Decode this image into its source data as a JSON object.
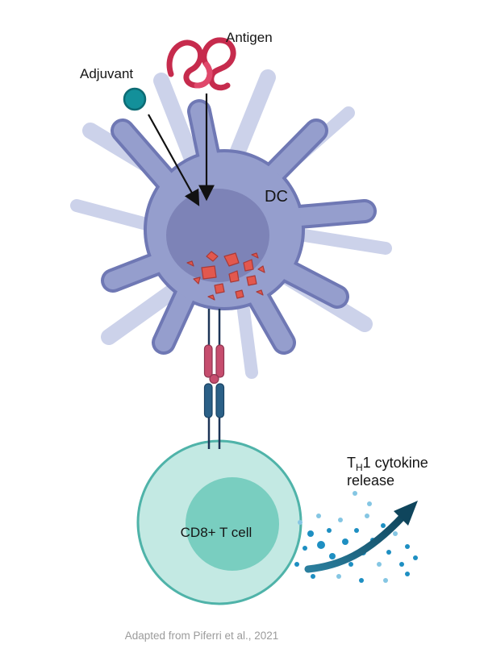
{
  "diagram": {
    "labels": {
      "antigen": "Antigen",
      "adjuvant": "Adjuvant",
      "dc": "DC",
      "cd8_t_cell": "CD8+ T cell",
      "cytokine_t": "T",
      "cytokine_sub": "H",
      "cytokine_rest": "1 cytokine",
      "cytokine_release": "release",
      "caption": "Adapted from Piferri et al., 2021"
    },
    "colors": {
      "dc_body": "#959ecd",
      "dc_outline": "#6f78b4",
      "dc_dendrite_bg": "#ccd2ea",
      "dc_nucleus": "#7d83b7",
      "antigen_red": "#c62b4d",
      "antigen_red_light": "#e0486b",
      "adjuvant_teal": "#13909a",
      "adjuvant_teal_dark": "#0c6b74",
      "fragment_fill": "#e2584e",
      "fragment_stroke": "#a83a38",
      "mhc_pink": "#c64d6e",
      "mhc_pink_dark": "#8e3450",
      "tcr_blue": "#2b6087",
      "tcr_blue_dark": "#1a4263",
      "receptor_line": "#1d3557",
      "tcell_fill": "#c3e9e3",
      "tcell_outline": "#4fb3a9",
      "tcell_nucleus": "#79cec0",
      "cytokine_dot": "#1e8fc2",
      "cytokine_dot_light": "#85c6e3",
      "arrow_teal_light": "#2b7f9e",
      "arrow_teal_dark": "#0f455c",
      "uptake_arrow": "#111111",
      "text_dark": "#151515",
      "caption_gray": "#9b9b9b"
    }
  }
}
